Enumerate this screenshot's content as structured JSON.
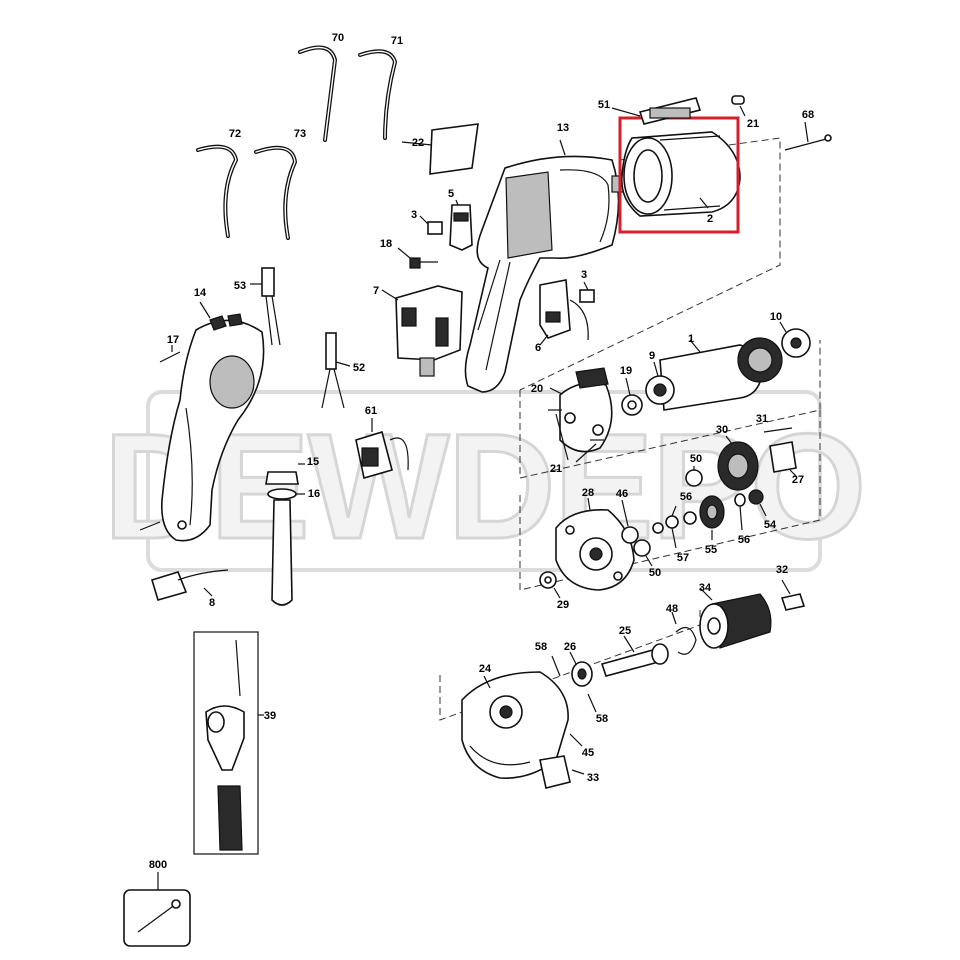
{
  "watermark": "DEWDEPO",
  "highlighted_part": "2",
  "colors": {
    "highlight": "#d61f2b",
    "line": "#111111",
    "watermark": "#d6d6d6"
  },
  "labels": {
    "p70": "70",
    "p71": "71",
    "p72": "72",
    "p73": "73",
    "p51": "51",
    "p21a": "21",
    "p68": "68",
    "p22": "22",
    "p13": "13",
    "p2": "2",
    "p5": "5",
    "p3a": "3",
    "p18": "18",
    "p3b": "3",
    "p7": "7",
    "p6": "6",
    "p53": "53",
    "p14": "14",
    "p17": "17",
    "p52": "52",
    "p10": "10",
    "p1": "1",
    "p9": "9",
    "p19": "19",
    "p20": "20",
    "p21b": "21",
    "p61": "61",
    "p31": "31",
    "p30": "30",
    "p50a": "50",
    "p27": "27",
    "p15": "15",
    "p16": "16",
    "p28": "28",
    "p46": "46",
    "p56a": "56",
    "p54": "54",
    "p56b": "56",
    "p57": "57",
    "p55": "55",
    "p50b": "50",
    "p29": "29",
    "p8": "8",
    "p32": "32",
    "p34": "34",
    "p48": "48",
    "p25": "25",
    "p58a": "58",
    "p26": "26",
    "p24": "24",
    "p58b": "58",
    "p39": "39",
    "p45": "45",
    "p33": "33",
    "p800": "800"
  }
}
